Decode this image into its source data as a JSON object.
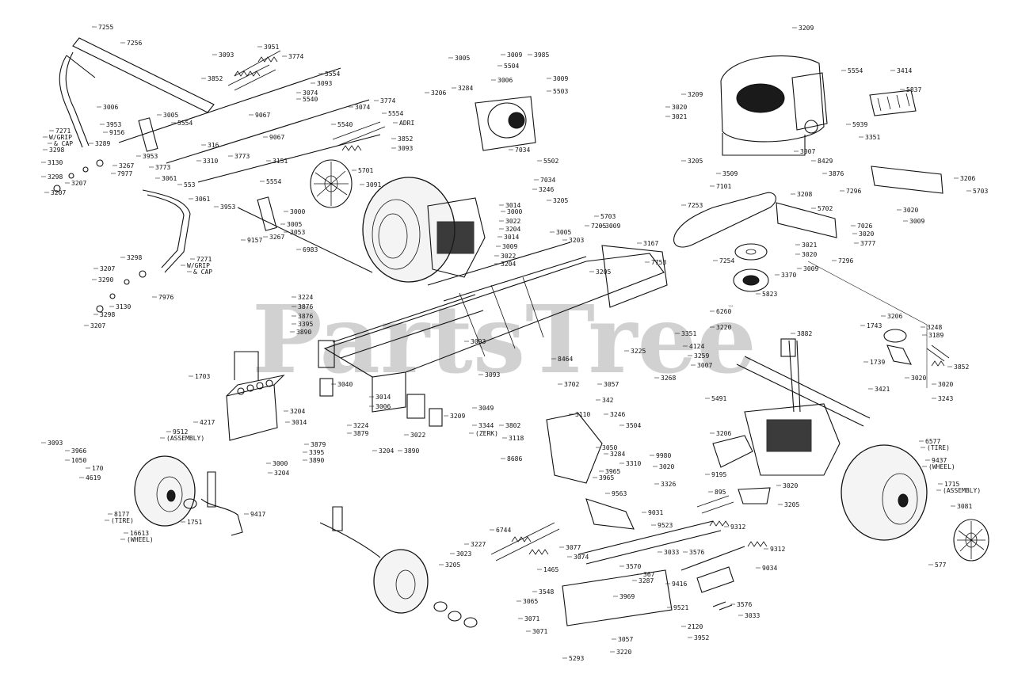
{
  "watermark": {
    "text": "PartsTree",
    "trademark": "™"
  },
  "labels": [
    {
      "id": "l1",
      "text": "7255"
    },
    {
      "id": "l2",
      "text": "7256"
    },
    {
      "id": "l3",
      "text": "3093"
    },
    {
      "id": "l4",
      "text": "3951"
    },
    {
      "id": "l5",
      "text": "3774"
    },
    {
      "id": "l6",
      "text": "3852"
    },
    {
      "id": "l7",
      "text": "5554"
    },
    {
      "id": "l8",
      "text": "3093"
    },
    {
      "id": "l9",
      "text": "5540"
    },
    {
      "id": "l10",
      "text": "3074"
    },
    {
      "id": "l11",
      "text": "3006"
    },
    {
      "id": "l12",
      "text": "3005"
    },
    {
      "id": "l13",
      "text": "9067"
    },
    {
      "id": "l14",
      "text": "3074"
    },
    {
      "id": "l15",
      "text": "3774"
    },
    {
      "id": "l16",
      "text": "5554"
    },
    {
      "id": "l17",
      "text": "ADRI"
    },
    {
      "id": "l18",
      "text": "3852"
    },
    {
      "id": "l19",
      "text": "3093"
    },
    {
      "id": "l20",
      "text": "7271"
    },
    {
      "id": "l21",
      "text": "W/GRIP"
    },
    {
      "id": "l22",
      "text": "& CAP"
    },
    {
      "id": "l23",
      "text": "3953"
    },
    {
      "id": "l24",
      "text": "9156"
    },
    {
      "id": "l25",
      "text": "5554"
    },
    {
      "id": "l26",
      "text": "3298"
    },
    {
      "id": "l27",
      "text": "3289"
    },
    {
      "id": "l28",
      "text": "3130"
    },
    {
      "id": "l29",
      "text": "3267"
    },
    {
      "id": "l30",
      "text": "3953"
    },
    {
      "id": "l31",
      "text": "316"
    },
    {
      "id": "l32",
      "text": "3298"
    },
    {
      "id": "l33",
      "text": "3773"
    },
    {
      "id": "l34",
      "text": "7977"
    },
    {
      "id": "l35",
      "text": "3207"
    },
    {
      "id": "l36",
      "text": "3207"
    },
    {
      "id": "l37",
      "text": "5540"
    },
    {
      "id": "l38",
      "text": "9067"
    },
    {
      "id": "l39",
      "text": "3310"
    },
    {
      "id": "l40",
      "text": "3773"
    },
    {
      "id": "l41",
      "text": "3151"
    },
    {
      "id": "l42",
      "text": "3061"
    },
    {
      "id": "l43",
      "text": "553"
    },
    {
      "id": "l44",
      "text": "5554"
    },
    {
      "id": "l45",
      "text": "5701"
    },
    {
      "id": "l46",
      "text": "3091"
    },
    {
      "id": "l47",
      "text": "3061"
    },
    {
      "id": "l48",
      "text": "3953"
    },
    {
      "id": "l49",
      "text": "3000"
    },
    {
      "id": "l50",
      "text": "3005"
    },
    {
      "id": "l51",
      "text": "3053"
    },
    {
      "id": "l52",
      "text": "3267"
    },
    {
      "id": "l53",
      "text": "9157"
    },
    {
      "id": "l54",
      "text": "6983"
    },
    {
      "id": "l55",
      "text": "3298"
    },
    {
      "id": "l56",
      "text": "7271"
    },
    {
      "id": "l57",
      "text": "W/GRIP"
    },
    {
      "id": "l58",
      "text": "& CAP"
    },
    {
      "id": "l59",
      "text": "3207"
    },
    {
      "id": "l60",
      "text": "3290"
    },
    {
      "id": "l61",
      "text": "7976"
    },
    {
      "id": "l62",
      "text": "3130"
    },
    {
      "id": "l63",
      "text": "3298"
    },
    {
      "id": "l64",
      "text": "3207"
    },
    {
      "id": "l65",
      "text": "3005"
    },
    {
      "id": "l66",
      "text": "3009"
    },
    {
      "id": "l67",
      "text": "3985"
    },
    {
      "id": "l68",
      "text": "5504"
    },
    {
      "id": "l69",
      "text": "3206"
    },
    {
      "id": "l70",
      "text": "3284"
    },
    {
      "id": "l71",
      "text": "3006"
    },
    {
      "id": "l72",
      "text": "3009"
    },
    {
      "id": "l73",
      "text": "5503"
    },
    {
      "id": "l74",
      "text": "7034"
    },
    {
      "id": "l75",
      "text": "5502"
    },
    {
      "id": "l76",
      "text": "7034"
    },
    {
      "id": "l77",
      "text": "3246"
    },
    {
      "id": "l78",
      "text": "3205"
    },
    {
      "id": "l79",
      "text": "3014"
    },
    {
      "id": "l80",
      "text": "3000"
    },
    {
      "id": "l81",
      "text": "3022"
    },
    {
      "id": "l82",
      "text": "3204"
    },
    {
      "id": "l83",
      "text": "3014"
    },
    {
      "id": "l84",
      "text": "3009"
    },
    {
      "id": "l85",
      "text": "3022"
    },
    {
      "id": "l86",
      "text": "3204"
    },
    {
      "id": "l87",
      "text": "3005"
    },
    {
      "id": "l88",
      "text": "7205"
    },
    {
      "id": "l89",
      "text": "3203"
    },
    {
      "id": "l90",
      "text": "5703"
    },
    {
      "id": "l91",
      "text": "3009"
    },
    {
      "id": "l92",
      "text": "3167"
    },
    {
      "id": "l93",
      "text": "7753"
    },
    {
      "id": "l94",
      "text": "3205"
    },
    {
      "id": "l95",
      "text": "3209"
    },
    {
      "id": "l96",
      "text": "5554"
    },
    {
      "id": "l97",
      "text": "3414"
    },
    {
      "id": "l98",
      "text": "5837"
    },
    {
      "id": "l99",
      "text": "3209"
    },
    {
      "id": "l100",
      "text": "3020"
    },
    {
      "id": "l101",
      "text": "3021"
    },
    {
      "id": "l102",
      "text": "5939"
    },
    {
      "id": "l103",
      "text": "3351"
    },
    {
      "id": "l104",
      "text": "3205"
    },
    {
      "id": "l105",
      "text": "3007"
    },
    {
      "id": "l106",
      "text": "8429"
    },
    {
      "id": "l107",
      "text": "3876"
    },
    {
      "id": "l108",
      "text": "3509"
    },
    {
      "id": "l109",
      "text": "7101"
    },
    {
      "id": "l110",
      "text": "3206"
    },
    {
      "id": "l111",
      "text": "5703"
    },
    {
      "id": "l112",
      "text": "3208"
    },
    {
      "id": "l113",
      "text": "5702"
    },
    {
      "id": "l114",
      "text": "7296"
    },
    {
      "id": "l115",
      "text": "3020"
    },
    {
      "id": "l116",
      "text": "3009"
    },
    {
      "id": "l117",
      "text": "7026"
    },
    {
      "id": "l118",
      "text": "3020"
    },
    {
      "id": "l119",
      "text": "3777"
    },
    {
      "id": "l120",
      "text": "7253"
    },
    {
      "id": "l121",
      "text": "3021"
    },
    {
      "id": "l122",
      "text": "3020"
    },
    {
      "id": "l123",
      "text": "7254"
    },
    {
      "id": "l124",
      "text": "7296"
    },
    {
      "id": "l125",
      "text": "3009"
    },
    {
      "id": "l126",
      "text": "3370"
    },
    {
      "id": "l127",
      "text": "5823"
    },
    {
      "id": "l128",
      "text": "6260"
    },
    {
      "id": "l129",
      "text": "3220"
    },
    {
      "id": "l130",
      "text": "3206"
    },
    {
      "id": "l131",
      "text": "1743"
    },
    {
      "id": "l132",
      "text": "3248"
    },
    {
      "id": "l133",
      "text": "3189"
    },
    {
      "id": "l134",
      "text": "1739"
    },
    {
      "id": "l135",
      "text": "3852"
    },
    {
      "id": "l136",
      "text": "3020"
    },
    {
      "id": "l137",
      "text": "3020"
    },
    {
      "id": "l138",
      "text": "3421"
    },
    {
      "id": "l139",
      "text": "3243"
    },
    {
      "id": "l140",
      "text": "3224"
    },
    {
      "id": "l141",
      "text": "3876"
    },
    {
      "id": "l142",
      "text": "3876"
    },
    {
      "id": "l143",
      "text": "3395"
    },
    {
      "id": "l144",
      "text": "3890"
    },
    {
      "id": "l145",
      "text": "3351"
    },
    {
      "id": "l146",
      "text": "4124"
    },
    {
      "id": "l147",
      "text": "3259"
    },
    {
      "id": "l148",
      "text": "3007"
    },
    {
      "id": "l149",
      "text": "3268"
    },
    {
      "id": "l150",
      "text": "3093"
    },
    {
      "id": "l151",
      "text": "3225"
    },
    {
      "id": "l152",
      "text": "8464"
    },
    {
      "id": "l153",
      "text": "3702"
    },
    {
      "id": "l154",
      "text": "3057"
    },
    {
      "id": "l155",
      "text": "342"
    },
    {
      "id": "l156",
      "text": "5491"
    },
    {
      "id": "l157",
      "text": "3882"
    },
    {
      "id": "l158",
      "text": "1703"
    },
    {
      "id": "l159",
      "text": "3040"
    },
    {
      "id": "l160",
      "text": "3093"
    },
    {
      "id": "l161",
      "text": "3014"
    },
    {
      "id": "l162",
      "text": "3006"
    },
    {
      "id": "l163",
      "text": "3209"
    },
    {
      "id": "l164",
      "text": "3049"
    },
    {
      "id": "l165",
      "text": "3344"
    },
    {
      "id": "l166",
      "text": "(ZERK)"
    },
    {
      "id": "l167",
      "text": "4217"
    },
    {
      "id": "l168",
      "text": "3204"
    },
    {
      "id": "l169",
      "text": "3014"
    },
    {
      "id": "l170",
      "text": "3224"
    },
    {
      "id": "l171",
      "text": "3879"
    },
    {
      "id": "l172",
      "text": "3879"
    },
    {
      "id": "l173",
      "text": "3395"
    },
    {
      "id": "l174",
      "text": "3890"
    },
    {
      "id": "l175",
      "text": "3022"
    },
    {
      "id": "l176",
      "text": "3204"
    },
    {
      "id": "l177",
      "text": "3890"
    },
    {
      "id": "l178",
      "text": "3000"
    },
    {
      "id": "l179",
      "text": "3204"
    },
    {
      "id": "l180",
      "text": "3093"
    },
    {
      "id": "l181",
      "text": "3966"
    },
    {
      "id": "l182",
      "text": "1050"
    },
    {
      "id": "l183",
      "text": "170"
    },
    {
      "id": "l184",
      "text": "4619"
    },
    {
      "id": "l185",
      "text": "9512"
    },
    {
      "id": "l186",
      "text": "(ASSEMBLY)"
    },
    {
      "id": "l187",
      "text": "8177"
    },
    {
      "id": "l188",
      "text": "(TIRE)"
    },
    {
      "id": "l189",
      "text": "16613"
    },
    {
      "id": "l190",
      "text": "(WHEEL)"
    },
    {
      "id": "l191",
      "text": "1751"
    },
    {
      "id": "l192",
      "text": "9417"
    },
    {
      "id": "l193",
      "text": "3802"
    },
    {
      "id": "l194",
      "text": "3110"
    },
    {
      "id": "l195",
      "text": "3246"
    },
    {
      "id": "l196",
      "text": "3118"
    },
    {
      "id": "l197",
      "text": "3504"
    },
    {
      "id": "l198",
      "text": "8686"
    },
    {
      "id": "l199",
      "text": "3050"
    },
    {
      "id": "l200",
      "text": "3284"
    },
    {
      "id": "l201",
      "text": "3310"
    },
    {
      "id": "l202",
      "text": "9980"
    },
    {
      "id": "l203",
      "text": "3020"
    },
    {
      "id": "l204",
      "text": "3326"
    },
    {
      "id": "l205",
      "text": "3965"
    },
    {
      "id": "l206",
      "text": "3965"
    },
    {
      "id": "l207",
      "text": "9563"
    },
    {
      "id": "l208",
      "text": "9031"
    },
    {
      "id": "l209",
      "text": "9523"
    },
    {
      "id": "l210",
      "text": "3206"
    },
    {
      "id": "l211",
      "text": "9195"
    },
    {
      "id": "l212",
      "text": "3020"
    },
    {
      "id": "l213",
      "text": "3205"
    },
    {
      "id": "l214",
      "text": "895"
    },
    {
      "id": "l215",
      "text": "6577"
    },
    {
      "id": "l216",
      "text": "(TIRE)"
    },
    {
      "id": "l217",
      "text": "9437"
    },
    {
      "id": "l218",
      "text": "(WHEEL)"
    },
    {
      "id": "l219",
      "text": "1715"
    },
    {
      "id": "l220",
      "text": "(ASSEMBLY)"
    },
    {
      "id": "l221",
      "text": "3081"
    },
    {
      "id": "l222",
      "text": "577"
    },
    {
      "id": "l223",
      "text": "6744"
    },
    {
      "id": "l224",
      "text": "3227"
    },
    {
      "id": "l225",
      "text": "3023"
    },
    {
      "id": "l226",
      "text": "3205"
    },
    {
      "id": "l227",
      "text": "3077"
    },
    {
      "id": "l228",
      "text": "3074"
    },
    {
      "id": "l229",
      "text": "1465"
    },
    {
      "id": "l230",
      "text": "3033"
    },
    {
      "id": "l231",
      "text": "3576"
    },
    {
      "id": "l232",
      "text": "3570"
    },
    {
      "id": "l233",
      "text": "367"
    },
    {
      "id": "l234",
      "text": "3287"
    },
    {
      "id": "l235",
      "text": "9312"
    },
    {
      "id": "l236",
      "text": "9312"
    },
    {
      "id": "l237",
      "text": "9034"
    },
    {
      "id": "l238",
      "text": "9416"
    },
    {
      "id": "l239",
      "text": "3548"
    },
    {
      "id": "l240",
      "text": "3969"
    },
    {
      "id": "l241",
      "text": "3065"
    },
    {
      "id": "l242",
      "text": "3071"
    },
    {
      "id": "l243",
      "text": "3057"
    },
    {
      "id": "l244",
      "text": "3220"
    },
    {
      "id": "l245",
      "text": "5293"
    },
    {
      "id": "l246",
      "text": "9521"
    },
    {
      "id": "l247",
      "text": "3576"
    },
    {
      "id": "l248",
      "text": "3033"
    },
    {
      "id": "l249",
      "text": "2120"
    },
    {
      "id": "l250",
      "text": "3952"
    },
    {
      "id": "l251",
      "text": "3071"
    }
  ]
}
